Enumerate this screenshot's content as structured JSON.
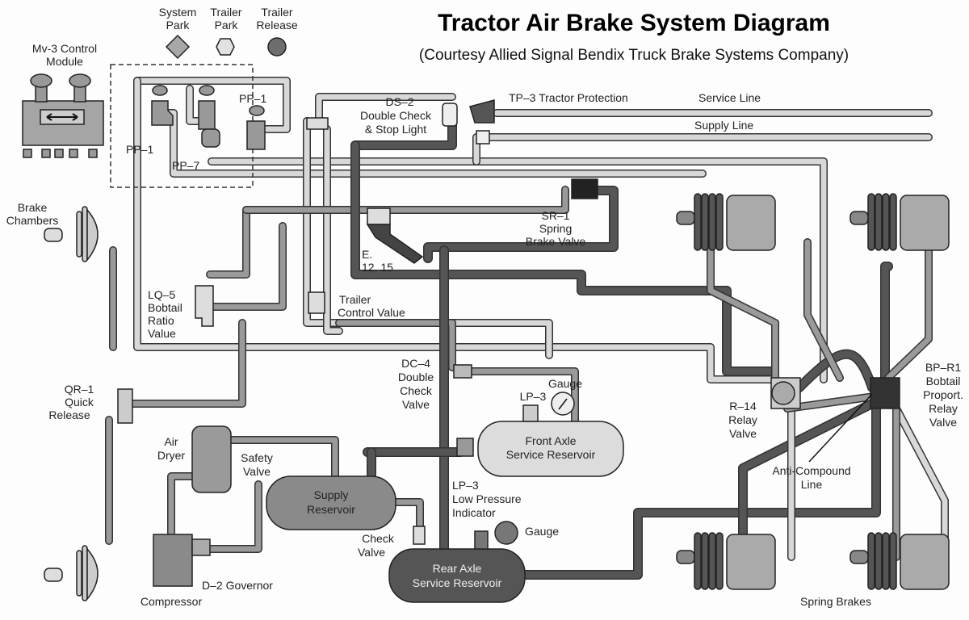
{
  "title": "Tractor Air Brake System Diagram",
  "subtitle": "(Courtesy Allied Signal Bendix Truck Brake Systems Company)",
  "legend": [
    {
      "label_1": "System",
      "label_2": "Park",
      "shape": "diamond",
      "color": "#a8a8a8"
    },
    {
      "label_1": "Trailer",
      "label_2": "Park",
      "shape": "hexagon",
      "color": "#e2e2e2"
    },
    {
      "label_1": "Trailer",
      "label_2": "Release",
      "shape": "circle",
      "color": "#6e6e6e"
    }
  ],
  "labels": {
    "mv3_1": "Mv-3 Control",
    "mv3_2": "Module",
    "pp1_a": "PP–1",
    "pp1_b": "PP–1",
    "pp7": "PP–7",
    "ds2_1": "DS–2",
    "ds2_2": "Double Check",
    "ds2_3": "& Stop Light",
    "tp3": "TP–3 Tractor Protection",
    "service_line": "Service Line",
    "supply_line": "Supply Line",
    "brake_ch_1": "Brake",
    "brake_ch_2": "Chambers",
    "e_1": "E.",
    "e_2": "12, 15",
    "sr1_1": "SR–1",
    "sr1_2": "Spring",
    "sr1_3": "Brake Valve",
    "lq5_1": "LQ–5",
    "lq5_2": "Bobtail",
    "lq5_3": "Ratio",
    "lq5_4": "Value",
    "tcv_1": "Trailer",
    "tcv_2": "Control Value",
    "qr1_1": "QR–1",
    "qr1_2": "Quick",
    "qr1_3": "Release",
    "dc4_1": "DC–4",
    "dc4_2": "Double",
    "dc4_3": "Check",
    "dc4_4": "Valve",
    "gauge_1": "Gauge",
    "lp3_a": "LP–3",
    "front_1": "Front Axle",
    "front_2": "Service Reservoir",
    "air_dryer_1": "Air",
    "air_dryer_2": "Dryer",
    "safety_1": "Safety",
    "safety_2": "Valve",
    "supply_1": "Supply",
    "supply_2": "Reservoir",
    "lp3_b1": "LP–3",
    "lp3_b2": "Low Pressure",
    "lp3_b3": "Indicator",
    "gauge_2": "Gauge",
    "check_1": "Check",
    "check_2": "Valve",
    "d2": "D–2 Governor",
    "compressor": "Compressor",
    "rear_1": "Rear Axle",
    "rear_2": "Service Reservoir",
    "r14_1": "R–14",
    "r14_2": "Relay",
    "r14_3": "Valve",
    "bpr1_1": "BP–R1",
    "bpr1_2": "Bobtail",
    "bpr1_3": "Proport.",
    "bpr1_4": "Relay",
    "bpr1_5": "Valve",
    "anti_1": "Anti-Compound",
    "anti_2": "Line",
    "spring_brakes": "Spring Brakes"
  },
  "colors": {
    "pipe_light": "#d8d8d8",
    "pipe_medium": "#9a9a9a",
    "pipe_dark": "#555555",
    "outline": "#333333"
  }
}
